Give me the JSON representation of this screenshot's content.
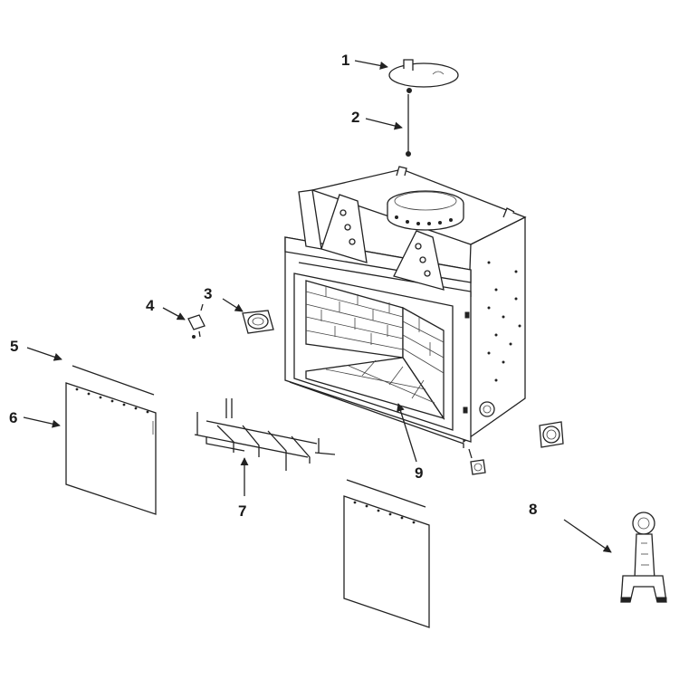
{
  "diagram": {
    "callouts": [
      {
        "id": "1",
        "label": "1"
      },
      {
        "id": "2",
        "label": "2"
      },
      {
        "id": "3",
        "label": "3"
      },
      {
        "id": "4",
        "label": "4"
      },
      {
        "id": "5",
        "label": "5"
      },
      {
        "id": "6",
        "label": "6"
      },
      {
        "id": "7",
        "label": "7"
      },
      {
        "id": "8",
        "label": "8"
      },
      {
        "id": "9",
        "label": "9"
      }
    ],
    "colors": {
      "line": "#222222",
      "background": "#ffffff"
    }
  }
}
